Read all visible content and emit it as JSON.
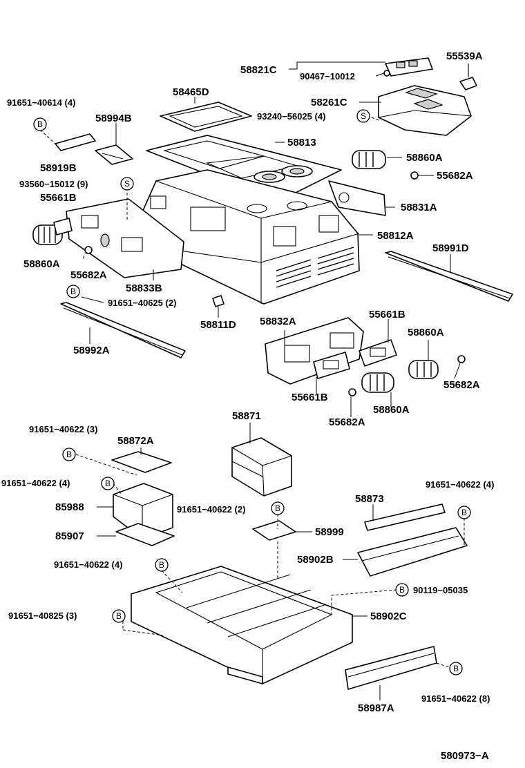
{
  "markers": {
    "b": "B",
    "s": "S"
  },
  "labels": {
    "p58821C": "58821C",
    "p90467_10012": "90467−10012",
    "p55539A": "55539A",
    "p58465D": "58465D",
    "p58261C": "58261C",
    "p93240_56025": "93240−56025 (4)",
    "p91651_40614": "91651−40614 (4)",
    "p58994B": "58994B",
    "p58813": "58813",
    "p58919B": "58919B",
    "p58860A_1": "58860A",
    "p55682A_1": "55682A",
    "p93560_15012": "93560−15012 (9)",
    "p55661B_1": "55661B",
    "p58831A": "58831A",
    "p58812A": "58812A",
    "p58860A_2": "58860A",
    "p55682A_2": "55682A",
    "p58991D": "58991D",
    "p58833B": "58833B",
    "p91651_40625": "91651−40625 (2)",
    "p58811D": "58811D",
    "p58992A": "58992A",
    "p58832A": "58832A",
    "p55661B_2": "55661B",
    "p58860A_3": "58860A",
    "p55682A_3": "55682A",
    "p55661B_3": "55661B",
    "p58860A_4": "58860A",
    "p55682A_4": "55682A",
    "p58871": "58871",
    "p91651_40622_3": "91651−40622 (3)",
    "p58872A": "58872A",
    "p91651_40622_4a": "91651−40622 (4)",
    "p85988": "85988",
    "p91651_40622_2": "91651−40622 (2)",
    "p85907": "85907",
    "p58999": "58999",
    "p91651_40622_4b": "91651−40622 (4)",
    "p58873": "58873",
    "p91651_40622_4c": "91651−40622 (4)",
    "p58902B": "58902B",
    "p90119_05035": "90119−05035",
    "p91651_40825": "91651−40825 (3)",
    "p58902C": "58902C",
    "p91651_40622_8": "91651−40622 (8)",
    "p58987A": "58987A"
  },
  "figure_ref": "580973−A"
}
